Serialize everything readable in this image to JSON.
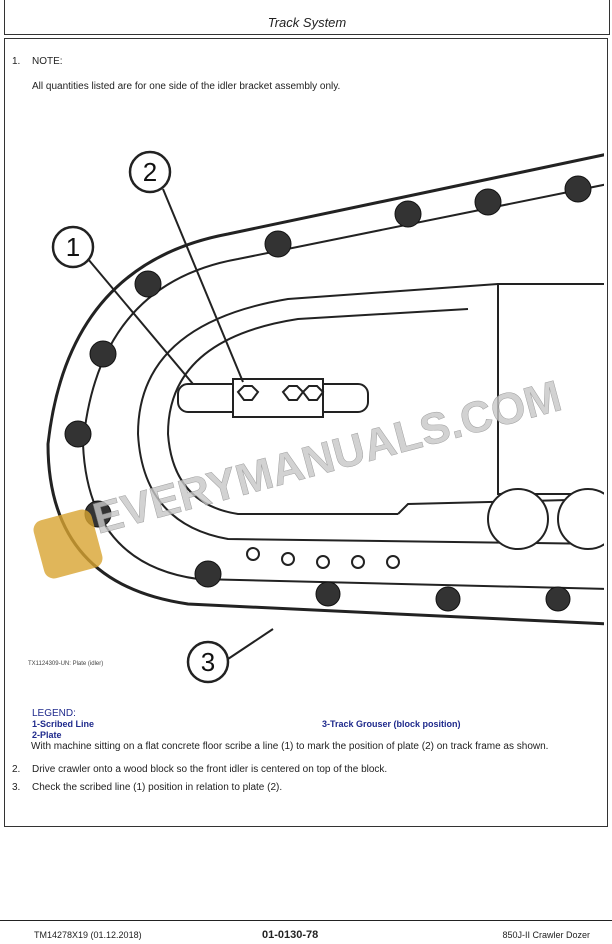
{
  "header": {
    "title": "Track System"
  },
  "steps": [
    {
      "num": "1.",
      "label": "NOTE:",
      "text": "All quantities listed are for one side of the idler bracket assembly only."
    },
    {
      "num": "2.",
      "text": "Drive crawler onto a wood block so the front idler is centered on top of the block."
    },
    {
      "num": "3.",
      "text": "Check the scribed line (1) position in relation to plate (2)."
    }
  ],
  "figure": {
    "callouts": [
      "1",
      "2",
      "3"
    ],
    "caption": "TX1124309-UN: Plate (idler)",
    "watermark": "EVERYMANUALS.COM"
  },
  "legend": {
    "title": "LEGEND:",
    "items": [
      "1-Scribed Line",
      "2-Plate",
      "3-Track Grouser (block position)"
    ]
  },
  "instruction": "With machine sitting on a flat concrete floor scribe a line (1) to mark the position of plate (2) on track frame as shown.",
  "footer": {
    "left": "TM14278X19 (01.12.2018)",
    "center": "01-0130-78",
    "right": "850J-II Crawler Dozer"
  }
}
